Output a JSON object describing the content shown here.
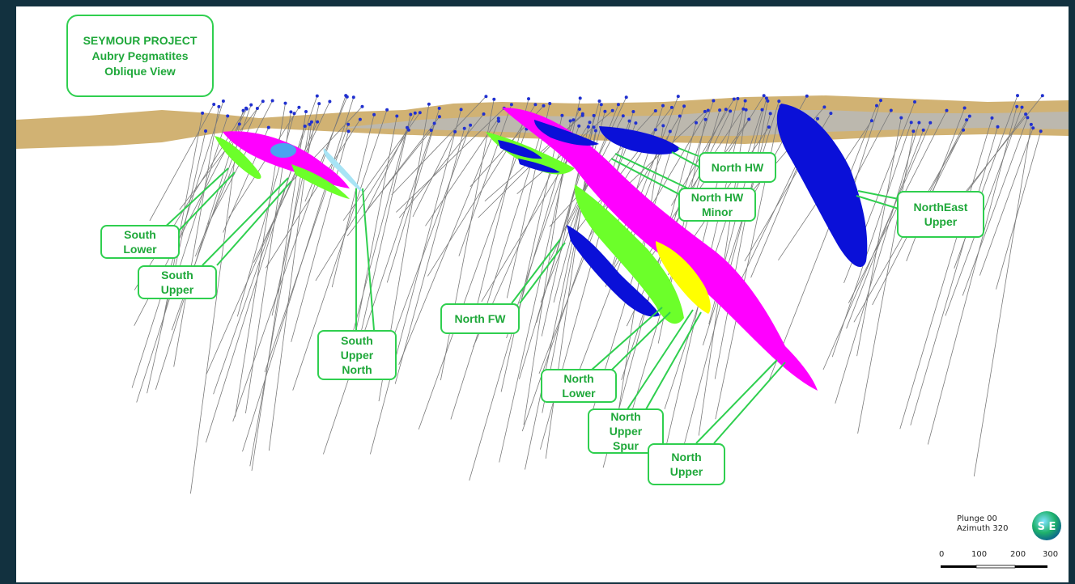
{
  "title": {
    "line1": "SEYMOUR PROJECT",
    "line2": "Aubry Pegmatites",
    "line3": "Oblique View"
  },
  "labels": {
    "south_lower": [
      "South",
      "Lower"
    ],
    "south_upper": [
      "South",
      "Upper"
    ],
    "south_upper_north": [
      "South",
      "Upper",
      "North"
    ],
    "north_fw": [
      "North FW"
    ],
    "north_lower": [
      "North",
      "Lower"
    ],
    "north_upper_spur": [
      "North",
      "Upper",
      "Spur"
    ],
    "north_upper": [
      "North",
      "Upper"
    ],
    "north_hw": [
      "North HW"
    ],
    "north_hw_minor": [
      "North HW",
      "Minor"
    ],
    "northeast_upper": [
      "NorthEast",
      "Upper"
    ]
  },
  "view": {
    "plunge": "Plunge 00",
    "azimuth": "Azimuth 320",
    "scale_ticks": [
      "0",
      "100",
      "200",
      "300"
    ],
    "compass_text": "S  E"
  },
  "colors": {
    "callout_border": "#2fcf4f",
    "callout_text": "#1fa83a",
    "pegmatite_magenta": "#ff00ff",
    "pegmatite_green": "#6cff2a",
    "pegmatite_blue": "#0a10d8",
    "pegmatite_yellow": "#ffff00",
    "topo_tan": "#c9a45a",
    "background": "#12313f"
  }
}
